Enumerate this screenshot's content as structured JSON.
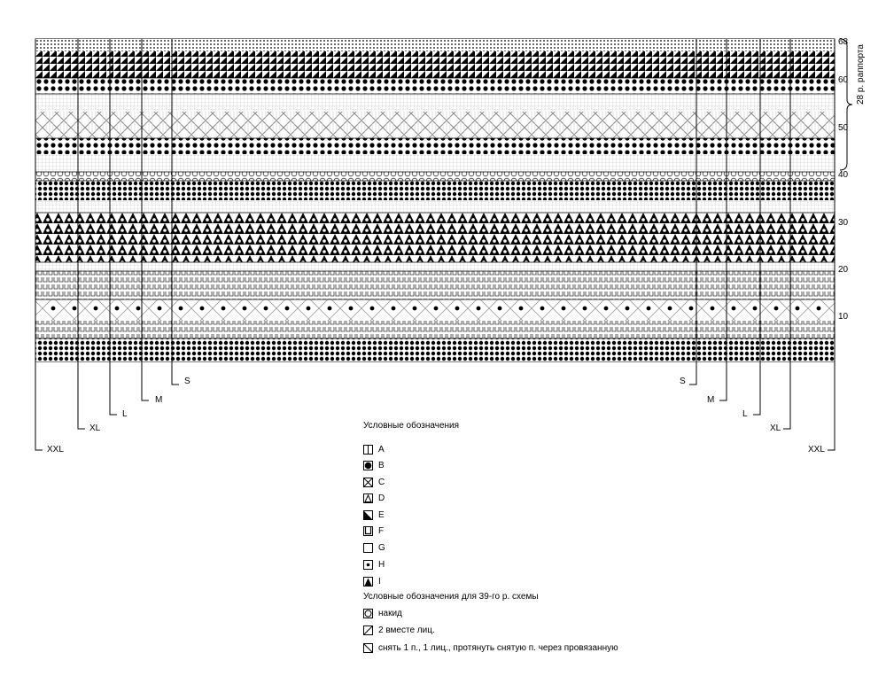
{
  "chart": {
    "row_labels": [
      "68",
      "60",
      "50",
      "40",
      "30",
      "20",
      "10"
    ],
    "repeat_label": "28 р. раппорта",
    "sizes_left": [
      "S",
      "M",
      "L",
      "XL",
      "XXL"
    ],
    "sizes_right": [
      "S",
      "M",
      "L",
      "XL",
      "XXL"
    ]
  },
  "legend": {
    "title": "Условные обозначения",
    "items": [
      {
        "label": "A",
        "icon": "vertical-line-square-icon"
      },
      {
        "label": "B",
        "icon": "filled-circle-square-icon"
      },
      {
        "label": "C",
        "icon": "x-cross-square-icon"
      },
      {
        "label": "D",
        "icon": "outline-triangle-square-icon"
      },
      {
        "label": "E",
        "icon": "half-filled-triangle-square-icon"
      },
      {
        "label": "F",
        "icon": "u-shape-square-icon"
      },
      {
        "label": "G",
        "icon": "empty-square-icon"
      },
      {
        "label": "H",
        "icon": "dot-square-icon"
      },
      {
        "label": "I",
        "icon": "filled-triangle-square-icon"
      }
    ],
    "row39_title": "Условные обозначения для 39-го р. схемы",
    "row39_items": [
      {
        "label": "накид",
        "icon": "yarn-over-circle-icon"
      },
      {
        "label": "2 вместе лиц.",
        "icon": "slash-square-icon"
      },
      {
        "label": "снять 1 п., 1 лиц., протянуть снятую п. через провязанную",
        "icon": "backslash-square-icon"
      }
    ]
  }
}
